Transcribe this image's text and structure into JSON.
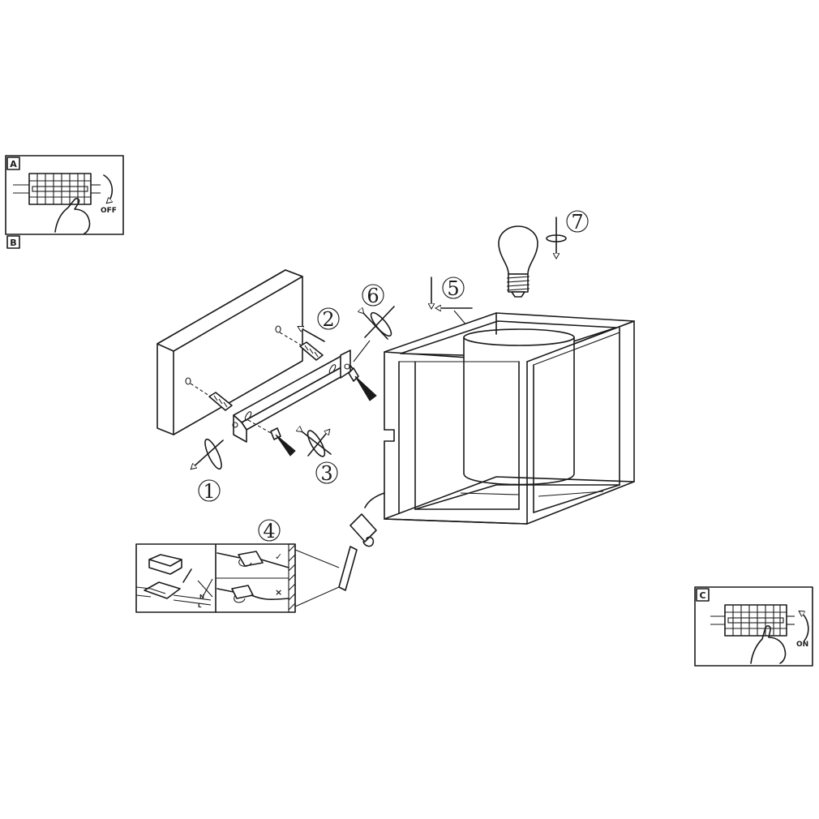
{
  "steps": [
    "1",
    "2",
    "3",
    "4",
    "5",
    "6",
    "7"
  ],
  "panels": {
    "a": {
      "letter": "A",
      "switch_label": "OFF"
    },
    "b": {
      "letter": "B"
    },
    "c": {
      "letter": "C",
      "switch_label": "ON"
    }
  },
  "wiring": {
    "correct_mark": "✓",
    "wrong_mark": "×",
    "neutral": "N",
    "live": "L"
  }
}
